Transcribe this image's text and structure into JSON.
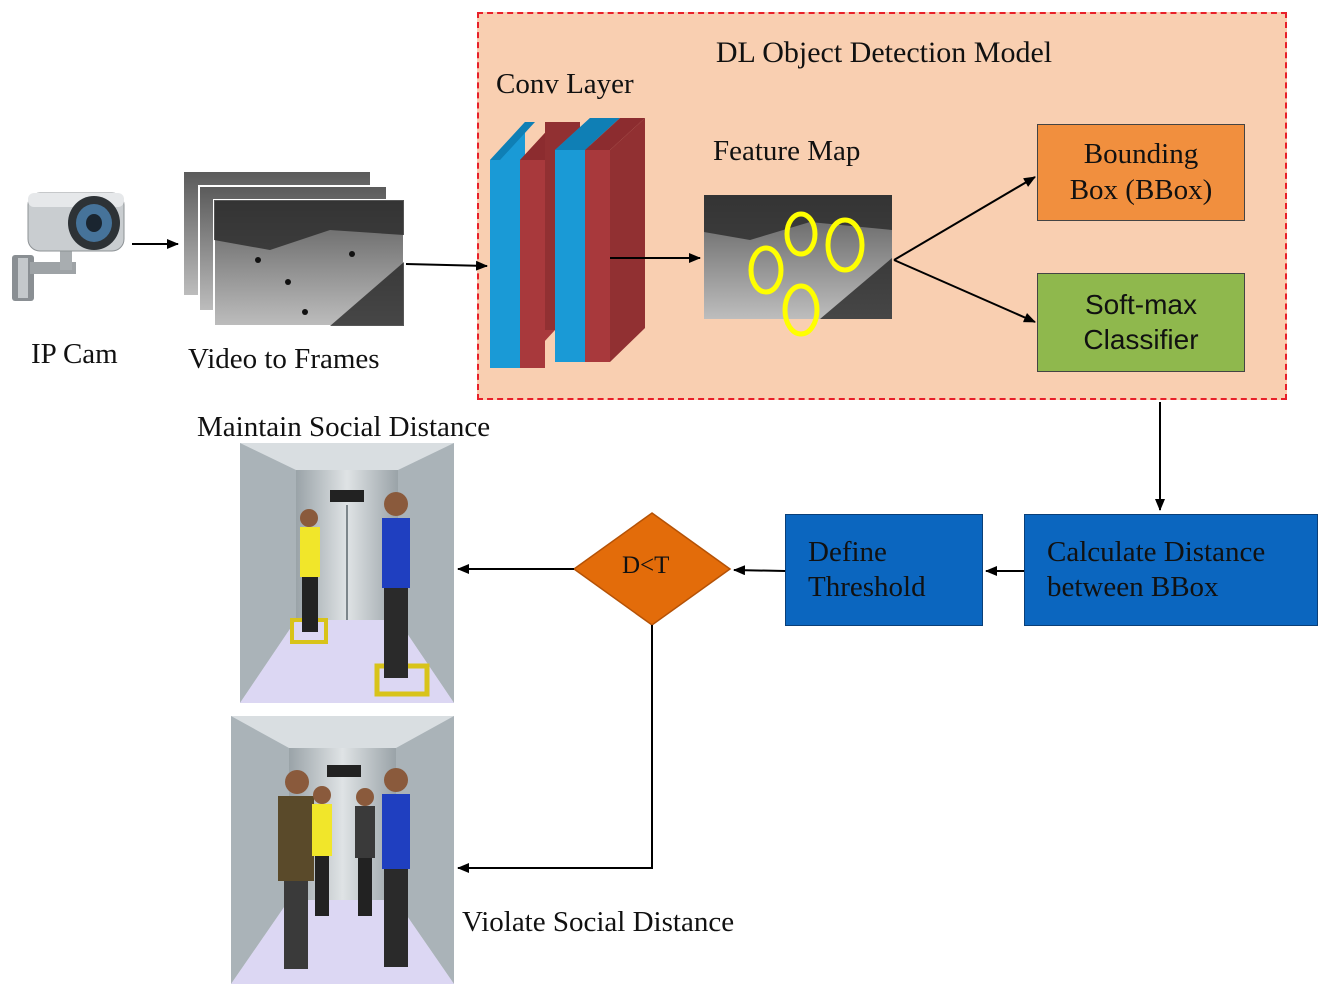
{
  "labels": {
    "ip_cam": "IP Cam",
    "video_to_frames": "Video to Frames",
    "model_title": "DL Object Detection Model",
    "conv_layer": "Conv Layer",
    "feature_map": "Feature Map",
    "bbox": "Bounding\nBox (BBox)",
    "softmax": "Soft-max\nClassifier",
    "calc_distance": "Calculate Distance\nbetween BBox",
    "define_threshold": "Define\nThreshold",
    "decision": "D<T",
    "maintain": "Maintain Social Distance",
    "violate": "Violate Social Distance"
  },
  "colors": {
    "model_bg": "#f9cfb1",
    "model_border": "#e8202a",
    "bbox_fill": "#f18f3e",
    "softmax_fill": "#8fb84d",
    "process_fill": "#0b66bf",
    "decision_fill": "#e36c0a",
    "conv_blue": "#1a9ad6",
    "conv_red": "#a8393c",
    "detection_ring": "#ffff00"
  },
  "icons": {
    "camera": "ip-camera-icon",
    "frames": "video-frames-image",
    "feature_map": "feature-map-image",
    "elevator_distanced": "elevator-distanced-image",
    "elevator_crowded": "elevator-crowded-image"
  }
}
